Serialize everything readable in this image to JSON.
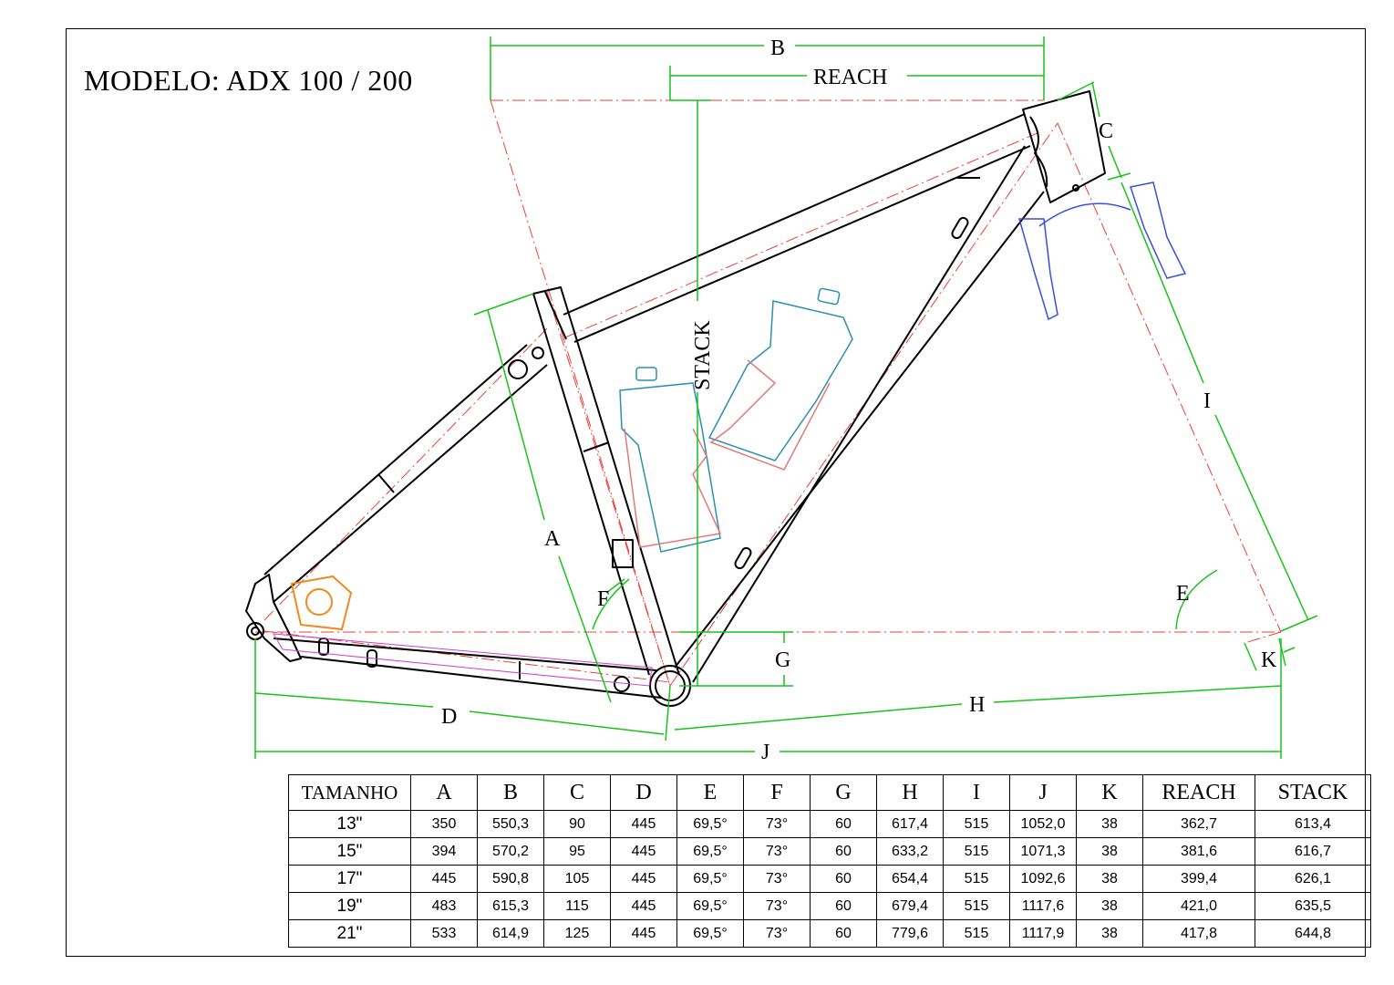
{
  "title": "MODELO: ADX 100 / 200",
  "dimension_labels": {
    "A": "A",
    "B": "B",
    "C": "C",
    "D": "D",
    "E": "E",
    "F": "F",
    "G": "G",
    "H": "H",
    "I": "I",
    "J": "J",
    "K": "K",
    "reach": "REACH",
    "stack": "STACK"
  },
  "colors": {
    "frame": "#000000",
    "dimension_lines": "#19c319",
    "construction_lines": "#e8403a",
    "bottle": "#2b8fb0",
    "cage": "#e07a7a",
    "fork": "#3a4fd8",
    "brake": "#f08a1c",
    "chainstay_highlight": "#d040d0"
  },
  "table": {
    "headers": [
      "TAMANHO",
      "A",
      "B",
      "C",
      "D",
      "E",
      "F",
      "G",
      "H",
      "I",
      "J",
      "K",
      "REACH",
      "STACK"
    ],
    "rows": [
      [
        "13\"",
        "350",
        "550,3",
        "90",
        "445",
        "69,5°",
        "73°",
        "60",
        "617,4",
        "515",
        "1052,0",
        "38",
        "362,7",
        "613,4"
      ],
      [
        "15\"",
        "394",
        "570,2",
        "95",
        "445",
        "69,5°",
        "73°",
        "60",
        "633,2",
        "515",
        "1071,3",
        "38",
        "381,6",
        "616,7"
      ],
      [
        "17\"",
        "445",
        "590,8",
        "105",
        "445",
        "69,5°",
        "73°",
        "60",
        "654,4",
        "515",
        "1092,6",
        "38",
        "399,4",
        "626,1"
      ],
      [
        "19\"",
        "483",
        "615,3",
        "115",
        "445",
        "69,5°",
        "73°",
        "60",
        "679,4",
        "515",
        "1117,6",
        "38",
        "421,0",
        "635,5"
      ],
      [
        "21\"",
        "533",
        "614,9",
        "125",
        "445",
        "69,5°",
        "73°",
        "60",
        "779,6",
        "515",
        "1117,9",
        "38",
        "417,8",
        "644,8"
      ]
    ]
  }
}
